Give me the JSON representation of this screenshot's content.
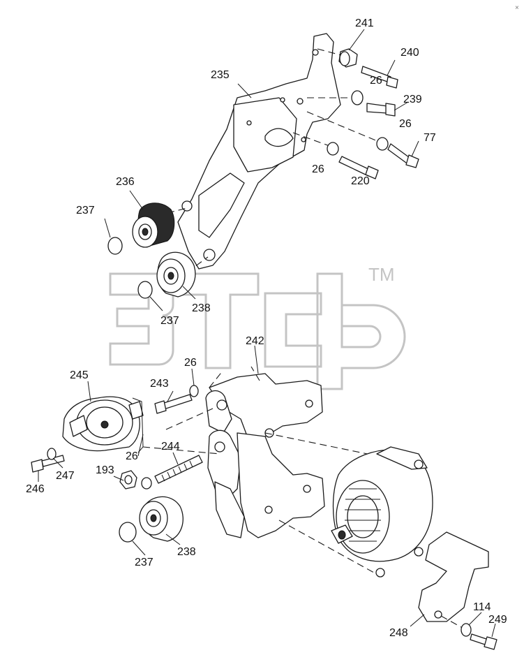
{
  "diagram": {
    "corner_mark": "×",
    "watermark_tm": "TM",
    "callouts": [
      {
        "id": "241",
        "text": "241"
      },
      {
        "id": "240",
        "text": "240"
      },
      {
        "id": "26a",
        "text": "26"
      },
      {
        "id": "235",
        "text": "235"
      },
      {
        "id": "239",
        "text": "239"
      },
      {
        "id": "26b",
        "text": "26"
      },
      {
        "id": "77",
        "text": "77"
      },
      {
        "id": "26c",
        "text": "26"
      },
      {
        "id": "220",
        "text": "220"
      },
      {
        "id": "236",
        "text": "236"
      },
      {
        "id": "237a",
        "text": "237"
      },
      {
        "id": "238a",
        "text": "238"
      },
      {
        "id": "237b",
        "text": "237"
      },
      {
        "id": "242",
        "text": "242"
      },
      {
        "id": "26d",
        "text": "26"
      },
      {
        "id": "243",
        "text": "243"
      },
      {
        "id": "245",
        "text": "245"
      },
      {
        "id": "244",
        "text": "244"
      },
      {
        "id": "26e",
        "text": "26"
      },
      {
        "id": "193",
        "text": "193"
      },
      {
        "id": "246",
        "text": "246"
      },
      {
        "id": "247",
        "text": "247"
      },
      {
        "id": "238b",
        "text": "238"
      },
      {
        "id": "237c",
        "text": "237"
      },
      {
        "id": "114",
        "text": "114"
      },
      {
        "id": "249",
        "text": "249"
      },
      {
        "id": "248",
        "text": "248"
      }
    ]
  }
}
